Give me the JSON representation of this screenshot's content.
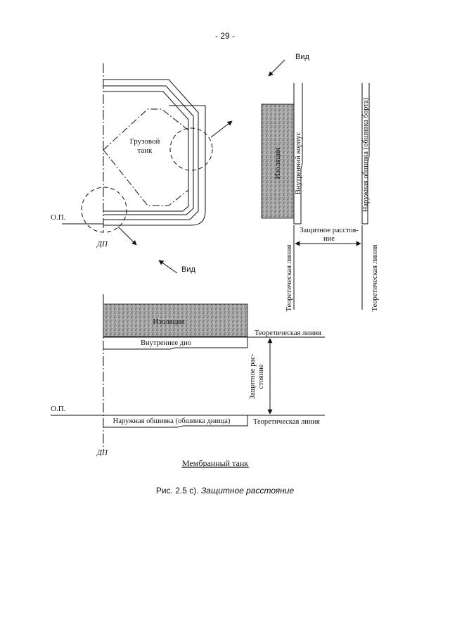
{
  "page_number": "- 29 -",
  "labels": {
    "vid": "Вид",
    "cargo_tank_line1": "Грузовой",
    "cargo_tank_line2": "танк",
    "op": "О.П.",
    "dp": "ДП",
    "insulation": "Изоляция",
    "inner_hull": "Внутренний корпус",
    "outer_side": "Наружная обшивка (обшивка борта)",
    "protective_line1": "Защитное расстоя-",
    "protective_line2": "ние",
    "theoretical_line": "Теоретическая линия",
    "inner_bottom": "Внутреннее дно",
    "protective_v1": "Защитное рас-",
    "protective_v2": "стояние",
    "outer_bottom": "Наружная обшивка (обшивка днища)",
    "membrane_tank": "Мембранный танк"
  },
  "caption": {
    "prefix": "Рис. 2.5 c).",
    "title": "Защитное расстояние"
  },
  "colors": {
    "ink": "#111111",
    "insulation_fill": "#9a9a9a"
  }
}
